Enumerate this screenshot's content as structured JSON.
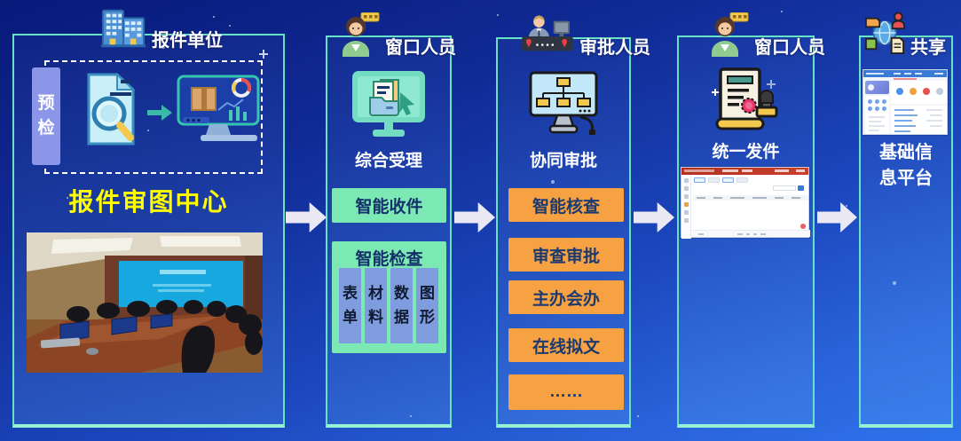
{
  "diagram": {
    "stage1": {
      "header": "报件单位",
      "header_icon": "buildings-icon",
      "precheck_label": "预检",
      "content_icons": [
        "document-search-icon",
        "flow-arrow-icon",
        "monitor-package-icon"
      ],
      "title": "报件审图中心",
      "photo": "conference-room-photo"
    },
    "stage2": {
      "header": "窗口人员",
      "header_icon": "clerk-avatar-icon",
      "process_icon": "monitor-folder-icon",
      "process_label": "综合受理",
      "receive_box": "智能收件",
      "check_group": {
        "title": "智能检查",
        "items": [
          "表单",
          "材料",
          "数据",
          "图形"
        ]
      }
    },
    "stage3": {
      "header": "审批人员",
      "header_icon": "approver-desk-icon",
      "process_icon": "monitor-orgchart-icon",
      "process_label": "协同审批",
      "steps": [
        "智能核查",
        "审查审批",
        "主办会办",
        "在线拟文",
        "……"
      ]
    },
    "stage4": {
      "header": "窗口人员",
      "header_icon": "clerk-avatar-icon",
      "process_icon": "document-stamp-icon",
      "process_label": "统一发件",
      "screenshot": "desktop-app-screenshot"
    },
    "stage5": {
      "header": "共享",
      "header_icon": "share-network-icon",
      "caption": "基础信息平台",
      "screenshot": "web-portal-screenshot"
    }
  },
  "colors": {
    "background_top": "#081a7a",
    "background_bottom": "#2f72ea",
    "panel_border": "#66e3c4",
    "flow_arrow": "#eae8f4",
    "title_yellow": "#ffff00",
    "green_box": "#7ce9b4",
    "orange_box": "#f6a243",
    "sub_item_box": "#7e9cde",
    "precheck_box": "#8c96e8"
  }
}
